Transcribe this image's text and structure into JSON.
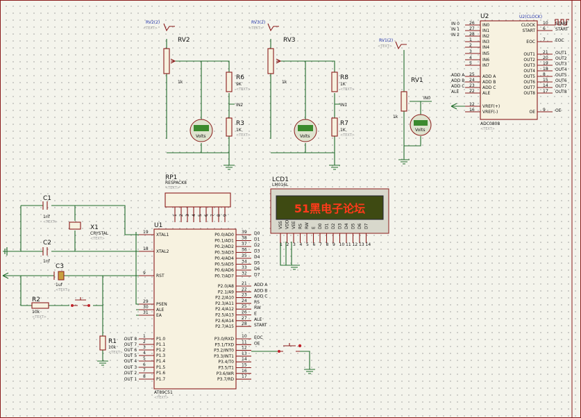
{
  "colors": {
    "wire": "#1f6b2a",
    "part": "#8a1a1a",
    "body": "#f7f2e0",
    "lcd": "#3e4a12",
    "lcd_text": "#ff3a1a",
    "meter": "#3b8a2e"
  },
  "placeholder": "<TEXT>",
  "components": {
    "rv2": {
      "ref": "RV2",
      "value": "1k",
      "probe": "RV2(2)"
    },
    "rv3": {
      "ref": "RV3",
      "value": "1k",
      "probe": "RV3(2)"
    },
    "rv1": {
      "ref": "RV1",
      "value": "1k",
      "probe": "RV1(2)",
      "net": "IN0"
    },
    "r6": {
      "ref": "R6",
      "value": "9K",
      "net": "IN2"
    },
    "r3": {
      "ref": "R3",
      "value": "1K"
    },
    "r8": {
      "ref": "R8",
      "value": "1K",
      "net": "IN1"
    },
    "r7": {
      "ref": "R7",
      "value": "1K"
    },
    "meter_unit": "Volts",
    "rp1": {
      "ref": "RP1",
      "value": "RESPACK8"
    },
    "lcd1": {
      "ref": "LCD1",
      "value": "LM016L",
      "text": "51黑电子论坛"
    },
    "c1": {
      "ref": "C1",
      "value": "1nf"
    },
    "c2": {
      "ref": "C2",
      "value": "1nf"
    },
    "c3": {
      "ref": "C3",
      "value": "1uf"
    },
    "x1": {
      "ref": "X1",
      "value": "CRYSTAL"
    },
    "r2": {
      "ref": "R2",
      "value": "10k"
    },
    "r1": {
      "ref": "R1",
      "value": "10k"
    },
    "u1": {
      "ref": "U1",
      "part": "AT89C51"
    },
    "u2": {
      "ref": "U2",
      "part": "ADC0808",
      "clock": "U2(CLOCK)"
    }
  },
  "u1_left": [
    {
      "num": "19",
      "name": "XTAL1"
    },
    {
      "num": "18",
      "name": "XTAL2"
    },
    {
      "num": "9",
      "name": "RST"
    },
    {
      "num": "29",
      "name": "PSEN"
    },
    {
      "num": "30",
      "name": "ALE"
    },
    {
      "num": "31",
      "name": "EA"
    },
    {
      "num": "1",
      "name": "P1.0",
      "net": "OUT 8"
    },
    {
      "num": "2",
      "name": "P1.1",
      "net": "OUT 7"
    },
    {
      "num": "3",
      "name": "P1.2",
      "net": "OUT 6"
    },
    {
      "num": "4",
      "name": "P1.3",
      "net": "OUT 5"
    },
    {
      "num": "5",
      "name": "P1.4",
      "net": "OUT 4"
    },
    {
      "num": "6",
      "name": "P1.5",
      "net": "OUT 3"
    },
    {
      "num": "7",
      "name": "P1.6",
      "net": "OUT 2"
    },
    {
      "num": "8",
      "name": "P1.7",
      "net": "OUT 1"
    }
  ],
  "u1_right": [
    {
      "num": "39",
      "name": "P0.0/AD0",
      "net": "D0"
    },
    {
      "num": "38",
      "name": "P0.1/AD1",
      "net": "D1"
    },
    {
      "num": "37",
      "name": "P0.2/AD2",
      "net": "D2"
    },
    {
      "num": "36",
      "name": "P0.3/AD3",
      "net": "D3"
    },
    {
      "num": "35",
      "name": "P0.4/AD4",
      "net": "D4"
    },
    {
      "num": "34",
      "name": "P0.5/AD5",
      "net": "D5"
    },
    {
      "num": "33",
      "name": "P0.6/AD6",
      "net": "D6"
    },
    {
      "num": "32",
      "name": "P0.7/AD7",
      "net": "D7"
    },
    {
      "num": "21",
      "name": "P2.0/A8",
      "net": "ADD A"
    },
    {
      "num": "22",
      "name": "P2.1/A9",
      "net": "ADD B"
    },
    {
      "num": "23",
      "name": "P2.2/A10",
      "net": "ADD C"
    },
    {
      "num": "24",
      "name": "P2.3/A11",
      "net": "RS"
    },
    {
      "num": "25",
      "name": "P2.4/A12",
      "net": "RW"
    },
    {
      "num": "26",
      "name": "P2.5/A13",
      "net": "E"
    },
    {
      "num": "27",
      "name": "P2.6/A14",
      "net": "ALE"
    },
    {
      "num": "28",
      "name": "P2.7/A15",
      "net": "START"
    },
    {
      "num": "10",
      "name": "P3.0/RXD",
      "net": "EOC"
    },
    {
      "num": "11",
      "name": "P3.1/TXD",
      "net": "OE"
    },
    {
      "num": "12",
      "name": "P3.2/INT0"
    },
    {
      "num": "13",
      "name": "P3.3/INT1"
    },
    {
      "num": "14",
      "name": "P3.4/T0"
    },
    {
      "num": "15",
      "name": "P3.5/T1"
    },
    {
      "num": "16",
      "name": "P3.6/WR"
    },
    {
      "num": "17",
      "name": "P3.7/RD"
    }
  ],
  "u2_left": [
    {
      "num": "26",
      "name": "IN0",
      "net": "IN 0"
    },
    {
      "num": "27",
      "name": "IN1",
      "net": "IN 1"
    },
    {
      "num": "28",
      "name": "IN2",
      "net": "IN 2"
    },
    {
      "num": "1",
      "name": "IN3"
    },
    {
      "num": "2",
      "name": "IN4"
    },
    {
      "num": "3",
      "name": "IN5"
    },
    {
      "num": "4",
      "name": "IN6"
    },
    {
      "num": "5",
      "name": "IN7"
    },
    {
      "num": "25",
      "name": "ADD A",
      "net": "ADD A"
    },
    {
      "num": "24",
      "name": "ADD B",
      "net": "ADD B"
    },
    {
      "num": "23",
      "name": "ADD C",
      "net": "ADD C"
    },
    {
      "num": "22",
      "name": "ALE",
      "net": "ALE"
    },
    {
      "num": "12",
      "name": "VREF(+)"
    },
    {
      "num": "16",
      "name": "VREF(-)"
    }
  ],
  "u2_right": [
    {
      "num": "10",
      "name": "CLOCK",
      "net": "START"
    },
    {
      "num": "6",
      "name": "START",
      "net": "START"
    },
    {
      "num": "7",
      "name": "EOC",
      "net": "EOC"
    },
    {
      "num": "21",
      "name": "OUT1",
      "net": "OUT1"
    },
    {
      "num": "20",
      "name": "OUT2",
      "net": "OUT2"
    },
    {
      "num": "19",
      "name": "OUT3",
      "net": "OUT3"
    },
    {
      "num": "18",
      "name": "OUT4",
      "net": "OUT4"
    },
    {
      "num": "8",
      "name": "OUT5",
      "net": "OUT5"
    },
    {
      "num": "15",
      "name": "OUT6",
      "net": "OUT6"
    },
    {
      "num": "14",
      "name": "OUT7",
      "net": "OUT7"
    },
    {
      "num": "17",
      "name": "OUT8",
      "net": "OUT8"
    },
    {
      "num": "9",
      "name": "OE",
      "net": "OE"
    }
  ],
  "lcd_pins": [
    {
      "name": "VSS",
      "num": "1"
    },
    {
      "name": "VDD",
      "num": "2"
    },
    {
      "name": "VEE",
      "num": "3"
    },
    {
      "name": "RS",
      "num": "4"
    },
    {
      "name": "RW",
      "num": "5"
    },
    {
      "name": "E",
      "num": "6"
    },
    {
      "name": "D0",
      "num": "7"
    },
    {
      "name": "D1",
      "num": "8"
    },
    {
      "name": "D2",
      "num": "9"
    },
    {
      "name": "D3",
      "num": "10"
    },
    {
      "name": "D4",
      "num": "11"
    },
    {
      "name": "D5",
      "num": "12"
    },
    {
      "name": "D6",
      "num": "13"
    },
    {
      "name": "D7",
      "num": "14"
    }
  ],
  "rp_pins": [
    "1",
    "2",
    "3",
    "4",
    "5",
    "6",
    "7",
    "8",
    "9"
  ]
}
